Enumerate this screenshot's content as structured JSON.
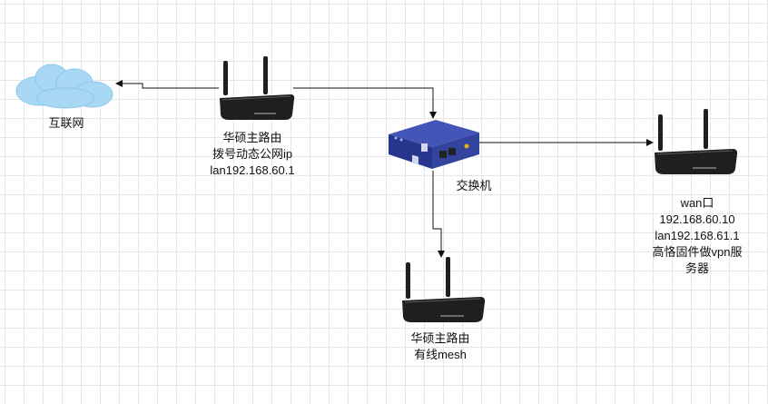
{
  "nodes": {
    "internet": {
      "label": "互联网",
      "icon": "cloud-icon"
    },
    "main_router": {
      "lines": [
        "华硕主路由",
        "拨号动态公网ip",
        "lan192.168.60.1"
      ],
      "icon": "router-icon"
    },
    "switch": {
      "label": "交换机",
      "icon": "switch-icon"
    },
    "vpn_router": {
      "lines": [
        "wan口",
        "192.168.60.10",
        "lan192.168.61.1",
        "高恪固件做vpn服",
        "务器"
      ],
      "icon": "router-icon"
    },
    "mesh_router": {
      "lines": [
        "华硕主路由",
        "有线mesh"
      ],
      "icon": "router-icon"
    }
  },
  "colors": {
    "cloud": "#a9d8f5",
    "cloud_edge": "#8cc8ee",
    "router": "#1f1f1f",
    "switch": "#2d3fa0",
    "grid": "#e6e6e6"
  }
}
